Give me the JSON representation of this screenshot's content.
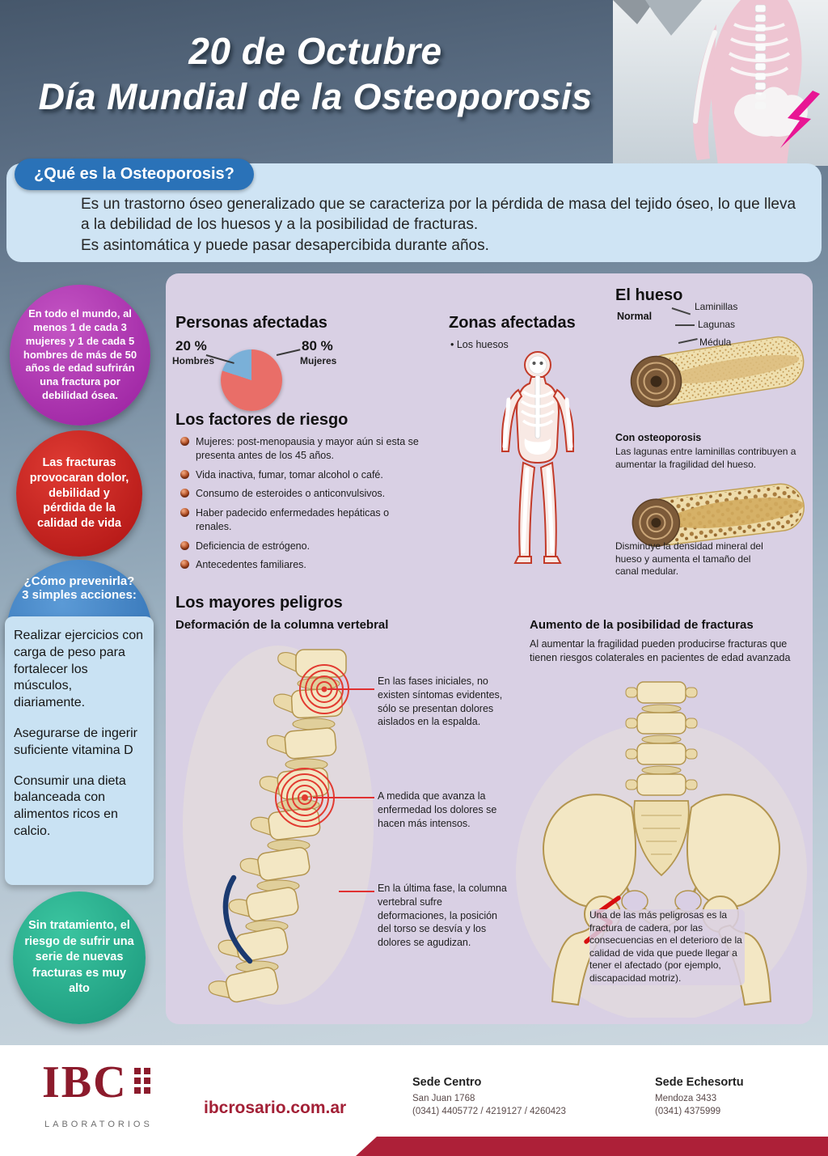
{
  "header": {
    "title_line1": "20 de Octubre",
    "title_line2": "Día Mundial de la Osteoporosis"
  },
  "intro": {
    "pill": "¿Qué es la Osteoporosis?",
    "p1": "Es un trastorno óseo generalizado que se caracteriza por la pérdida de masa del tejido óseo, lo que lleva a la debilidad de los huesos y a la posibilidad de fracturas.",
    "p2": "Es asintomática y puede pasar desapercibida durante años."
  },
  "sidebar": {
    "world": "En todo el mundo, al menos 1 de cada 3 mujeres y 1 de cada 5 hombres de más de 50 años de edad sufrirán una fractura por debilidad ósea.",
    "fractures": "Las fracturas provocaran dolor, debilidad y pérdida de la calidad de vida",
    "prevention_title1": "¿Cómo prevenirla?",
    "prevention_title2": "3 simples acciones:",
    "actions": [
      "Realizar ejercicios con carga de peso para fortalecer los músculos, diariamente.",
      "Asegurarse de ingerir suficiente vitamina D",
      "Consumir una dieta balanceada con alimentos ricos en calcio."
    ],
    "no_treatment": "Sin tratamiento, el riesgo de sufrir una serie de nuevas fracturas es muy alto"
  },
  "panel": {
    "affected_title": "Personas afectadas",
    "zones_title": "Zonas afectadas",
    "zones_bullet": "• Los huesos",
    "bone": {
      "title": "El hueso",
      "normal": "Normal",
      "labels": [
        "Laminillas",
        "Lagunas",
        "Médula"
      ],
      "osteo_title": "Con osteoporosis",
      "osteo_text": "Las lagunas entre laminillas contribuyen a aumentar la fragilidad del hueso.",
      "osteo_caption": "Disminuye la densidad mineral del hueso y aumenta el tamaño del canal medular."
    },
    "risk_title": "Los factores de riesgo",
    "risk_items": [
      "Mujeres: post-menopausia y mayor aún si esta se presenta antes de los 45 años.",
      "Vida inactiva, fumar, tomar alcohol o café.",
      "Consumo de esteroides o anticonvulsivos.",
      "Haber padecido enfermedades hepáticas o renales.",
      "Deficiencia de estrógeno.",
      "Antecedentes familiares."
    ],
    "dangers_title": "Los mayores peligros",
    "spine_title": "Deformación de la columna vertebral",
    "spine_stages": [
      "En las fases iniciales, no existen síntomas evidentes, sólo se presentan dolores aislados en la espalda.",
      "A medida que avanza la enfermedad los dolores se hacen más intensos.",
      "En la última fase, la columna vertebral sufre deformaciones, la posición del torso se desvía y los dolores se agudizan."
    ],
    "fracture_title": "Aumento de la posibilidad de fracturas",
    "fracture_intro": "Al aumentar la fragilidad pueden producirse fracturas que tienen riesgos colaterales en pacientes de edad avanzada",
    "fracture_caption": "Una de las más peligrosas es la fractura de cadera, por las consecuencias en el deterioro de la calidad de vida que puede llegar a tener el afectado (por ejemplo, discapacidad motriz)."
  },
  "chart_data": {
    "type": "pie",
    "title": "Personas afectadas",
    "labels": [
      "Hombres",
      "Mujeres"
    ],
    "values": [
      20,
      80
    ],
    "pct_labels": [
      "20 %",
      "80 %"
    ],
    "colors": [
      "#7ab0d8",
      "#e96e68"
    ],
    "legend_position": "callout-labels"
  },
  "footer": {
    "logo": "IBC",
    "logo_sub": "LABORATORIOS",
    "website": "ibcrosario.com.ar",
    "offices": [
      {
        "name": "Sede Centro",
        "address": "San Juan 1768",
        "phones": "(0341) 4405772 / 4219127 / 4260423"
      },
      {
        "name": "Sede Echesortu",
        "address": "Mendoza 3433",
        "phones": "(0341) 4375999"
      }
    ]
  }
}
